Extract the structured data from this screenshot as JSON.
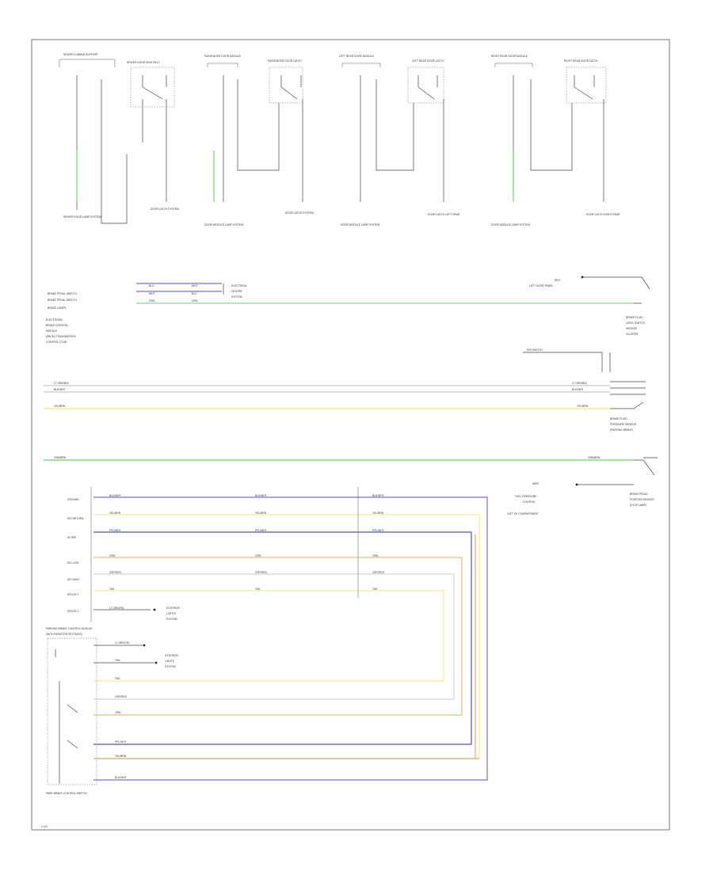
{
  "colors": {
    "green": "#7fe07f",
    "blue": "#7070e0",
    "yellow": "#f0f08a",
    "orange": "#f0a860",
    "grey": "#b8b8b8",
    "frame": "#555555"
  },
  "top_sections": [
    {
      "header_left": "DRIVER LUMBAR SUPPORT",
      "header_right": "DRIVER DOOR SEAT BELT",
      "bottom_left": "DRIVER DOOR LAMP SYSTEM",
      "bottom_right": "DOOR LATCH SYSTEM"
    },
    {
      "header_left": "PASSENGER DOOR MODULE",
      "header_right": "PASSENGER DOOR LATCH",
      "bottom_left": "DOOR MODULE LAMP SYSTEM",
      "bottom_right": "DOOR LATCH SYSTEM"
    },
    {
      "header_left": "LEFT REAR DOOR MODULE",
      "header_right": "LEFT REAR DOOR LATCH",
      "bottom_left": "DOOR MODULE LAMP SYSTEM",
      "bottom_right": "DOOR LATCH LEFT REAR"
    },
    {
      "header_left": "RIGHT REAR DOOR MODULE",
      "header_right": "RIGHT REAR DOOR LATCH",
      "bottom_left": "DOOR MODULE LAMP SYSTEM",
      "bottom_right": "DOOR LATCH RIGHT REAR"
    }
  ],
  "middle": {
    "left_block": [
      "ELECTRONIC",
      "BRAKE CONTROL",
      "MODULE",
      "(EBCM) TRANSMISSION",
      "CONTROL (TCM)"
    ],
    "left_pins": [
      "BRAKE PEDAL SWITCH",
      "BRAKE PEDAL SWITCH",
      "BRAKE LAMPS"
    ],
    "bus_left_labels": [
      "BLU",
      "WHT",
      "GRN"
    ],
    "bus_right_labels": [
      "WHT",
      "BLU",
      "GRN"
    ],
    "bus_note": [
      "ELECTRICAL",
      "CENTER",
      "SYSTEM"
    ],
    "top_right_label": [
      "RED",
      "LEFT DOOR PANEL"
    ],
    "right_switch_1": [
      "BRAKE FLUID",
      "LEVEL SWITCH",
      "SENSOR",
      "CLUSTER"
    ],
    "right_switch_2": [
      "BRAKE FLUID",
      "PRESSURE SENSOR",
      "(PARKING BRAKE)"
    ],
    "right_switch_3": [
      "BRAKE PEDAL",
      "POSITION SENSOR",
      "(STOP LAMP)"
    ],
    "right_label_block": [
      "WIPE",
      "FUEL PRESSURE",
      "CONTROL",
      "IGN SWITCH",
      "LEFT OF COMPARTMENT"
    ],
    "wire_labels_top": [
      "LT GRN/BLK",
      "BLK/WHT"
    ],
    "wire_labels_yellow": "YEL/BRN",
    "wire_labels_green": "GRN/BRN"
  },
  "bottom": {
    "connector_pins": [
      "GROUND",
      "SIG RETURN",
      "5V REF",
      "SIG LOW",
      "SIG HIGH",
      "SPLICE 1",
      "SPLICE 2"
    ],
    "wire_labels": [
      "BLU/WHT",
      "YEL/BRN",
      "PPL/WHT",
      "ORN",
      "GRY/RED",
      "TAN",
      "LT GRN/YEL"
    ],
    "mid_labels": [
      "BLK/WHT",
      "YEL/BRN",
      "PPL/WHT",
      "ORN",
      "GRY/RED",
      "TAN"
    ],
    "module_title": [
      "PARKING BRAKE CONTROL MODULE",
      "(WITH RESISTOR SETTINGS)"
    ],
    "module_pin_labels": [
      "LT GRN/YEL",
      "TAN",
      "TAN",
      "GRY/RED",
      "ORN",
      "PPL/WHT",
      "YEL/BRN",
      "BLU/WHT"
    ],
    "exterior_lamp_label": [
      "EXTERIOR",
      "LIGHTS",
      "SYSTEM"
    ],
    "footer_caption": "PARK BRAKE CONTROL SWITCH",
    "page_number": "2 of 2"
  }
}
